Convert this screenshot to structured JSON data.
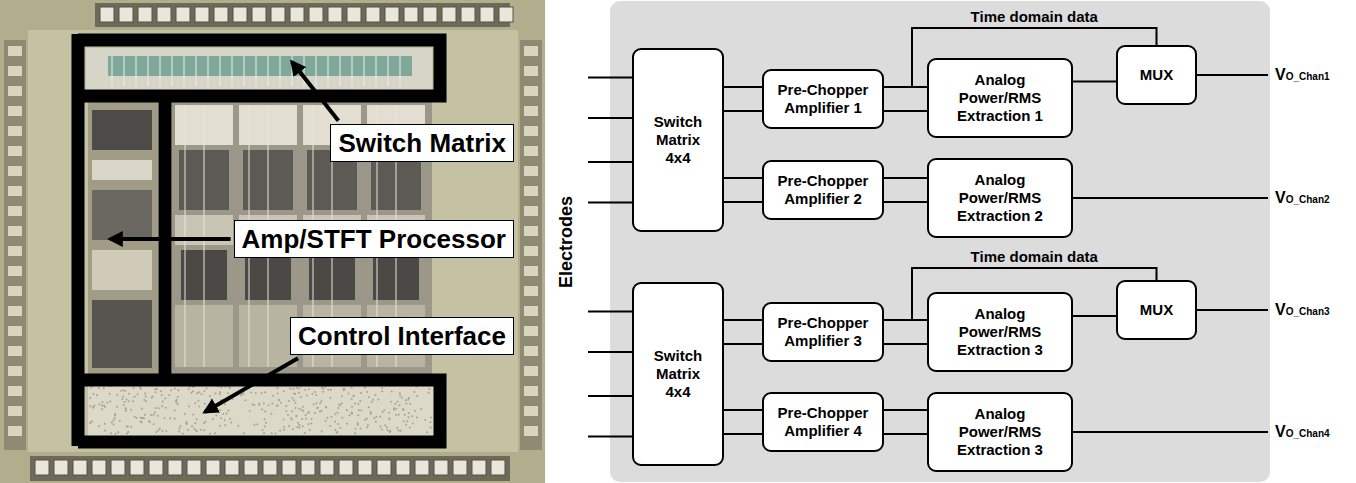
{
  "diagram": {
    "nodes": [
      {
        "text": [
          "Switch Matrix"
        ]
      },
      {
        "text": [
          "Amp/STFT Processor"
        ]
      },
      {
        "text": [
          "Control Interface"
        ]
      },
      {
        "text": [
          "Switch Matrix 4x4"
        ]
      },
      {
        "text": [
          "Pre-Chopper Amplifier 1"
        ]
      },
      {
        "text": [
          "Analog Power/RMS Extraction 1"
        ]
      },
      {
        "text": [
          "MUX"
        ]
      },
      {
        "text": [
          "Pre-Chopper Amplifier 2"
        ]
      },
      {
        "text": [
          "Analog Power/RMS Extraction 2"
        ]
      },
      {
        "text": [
          "Switch Matrix 4x4"
        ]
      },
      {
        "text": [
          "Pre-Chopper Amplifier 3"
        ]
      },
      {
        "text": [
          "Analog Power/RMS Extraction 3"
        ]
      },
      {
        "text": [
          "MUX"
        ]
      },
      {
        "text": [
          "Pre-Chopper Amplifier 4"
        ]
      },
      {
        "text": [
          "Analog Power/RMS Extraction 3"
        ]
      }
    ],
    "edges": [
      {
        "from": 3,
        "to": 4,
        "arrow": "none"
      },
      {
        "from": 3,
        "to": 4,
        "arrow": "none"
      },
      {
        "from": 3,
        "to": 7,
        "arrow": "none"
      },
      {
        "from": 3,
        "to": 7,
        "arrow": "none"
      },
      {
        "from": 4,
        "to": 5,
        "arrow": "none"
      },
      {
        "from": 4,
        "to": 5,
        "arrow": "none"
      },
      {
        "from": 4,
        "to": 6,
        "label": "Time domain data",
        "arrow": "none"
      },
      {
        "from": 5,
        "to": 6,
        "arrow": "none"
      },
      {
        "from": 7,
        "to": 8,
        "arrow": "none"
      },
      {
        "from": 7,
        "to": 8,
        "arrow": "none"
      },
      {
        "from": 9,
        "to": 10,
        "arrow": "none"
      },
      {
        "from": 9,
        "to": 10,
        "arrow": "none"
      },
      {
        "from": 9,
        "to": 13,
        "arrow": "none"
      },
      {
        "from": 9,
        "to": 13,
        "arrow": "none"
      },
      {
        "from": 10,
        "to": 11,
        "arrow": "none"
      },
      {
        "from": 10,
        "to": 11,
        "arrow": "none"
      },
      {
        "from": 10,
        "to": 12,
        "label": "Time domain data",
        "arrow": "none"
      },
      {
        "from": 11,
        "to": 12,
        "arrow": "none"
      },
      {
        "from": 13,
        "to": 14,
        "arrow": "none"
      },
      {
        "from": 13,
        "to": 14,
        "arrow": "none"
      }
    ],
    "labels": [
      "Electrodes",
      "VO_Chan1",
      "VO_Chan2",
      "VO_Chan3",
      "VO_Chan4"
    ]
  }
}
